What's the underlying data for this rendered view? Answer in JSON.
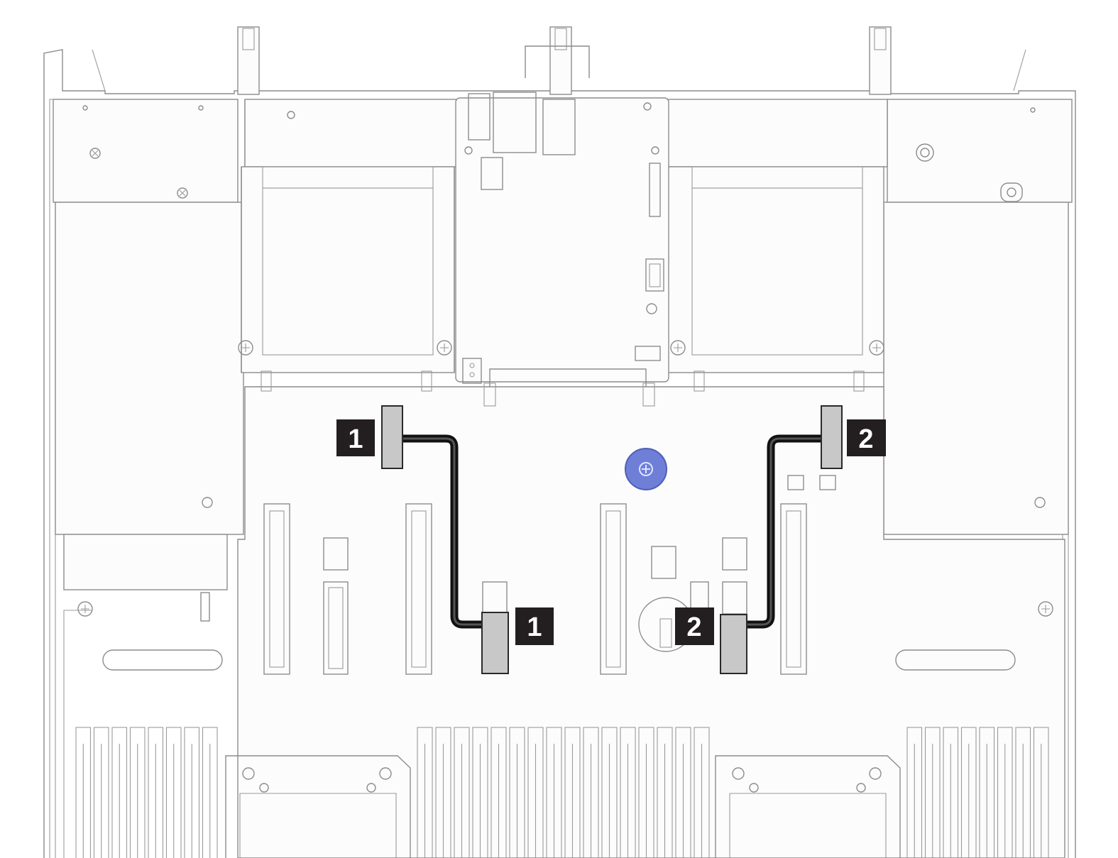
{
  "diagram": {
    "callouts": [
      {
        "id": "cable1-top",
        "label": "1"
      },
      {
        "id": "cable1-bottom",
        "label": "1"
      },
      {
        "id": "cable2-top",
        "label": "2"
      },
      {
        "id": "cable2-bottom",
        "label": "2"
      }
    ],
    "cables": [
      {
        "name": "cable-1",
        "from_label": "1",
        "to_label": "1"
      },
      {
        "name": "cable-2",
        "from_label": "2",
        "to_label": "2"
      }
    ],
    "colors": {
      "cable": "#111111",
      "connector": "#c8c8c8",
      "callout_background": "#231f20",
      "callout_text": "#ffffff",
      "thumbscrew": "#6f7fd8",
      "line_art": "#8c8c8c"
    },
    "icons": [
      "thumbscrew-icon",
      "screw-icon"
    ]
  }
}
